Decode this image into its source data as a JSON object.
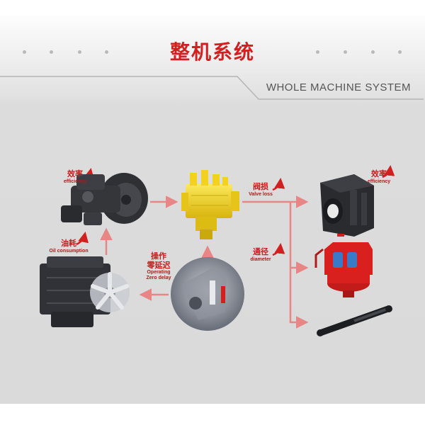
{
  "header": {
    "title": "整机系统",
    "subtitle": "WHOLE MACHINE SYSTEM"
  },
  "labels": {
    "pump_efficiency": {
      "zh": "效率",
      "en": "efficiency"
    },
    "engine_oil": {
      "zh": "油耗",
      "en": "Oil consumption"
    },
    "operating_delay": {
      "zh1": "操作",
      "zh2": "零延迟",
      "en1": "Operating",
      "en2": "Zero delay"
    },
    "valve_loss": {
      "zh": "阀损",
      "en": "Valve loss"
    },
    "diameter": {
      "zh": "通径",
      "en": "diameter"
    },
    "motor_efficiency": {
      "zh": "效率",
      "en": "efficiency"
    }
  },
  "colors": {
    "accent": "#d21f1f",
    "arrow": "#e88585",
    "valve": "#f2d21a",
    "swing": "#d9201f"
  },
  "icons": [
    "hydraulic-pump",
    "control-valve",
    "diesel-engine",
    "cab-operator",
    "travel-motor",
    "swing-motor",
    "hydraulic-cylinder"
  ]
}
